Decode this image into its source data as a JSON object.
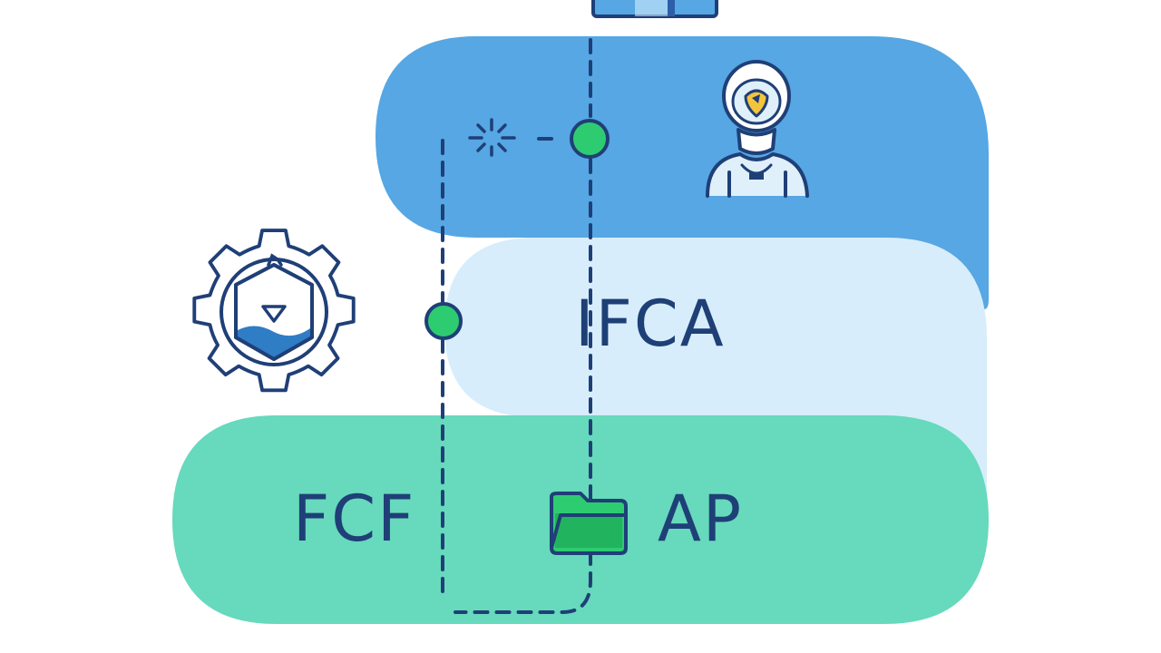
{
  "labels": {
    "middle": "IFCA",
    "bottom_left": "FCF",
    "bottom_right": "AP"
  },
  "colors": {
    "top_band": "#56a7e3",
    "middle_band": "#d7edfb",
    "bottom_band": "#67d9bc",
    "ink": "#1f3f77",
    "node": "#2ecc71"
  },
  "icons": {
    "top": "laptop-icon",
    "person": "astronaut-person-icon",
    "gear": "gear-shield-icon",
    "sparkle": "sparkle-icon",
    "folder": "folder-icon"
  }
}
